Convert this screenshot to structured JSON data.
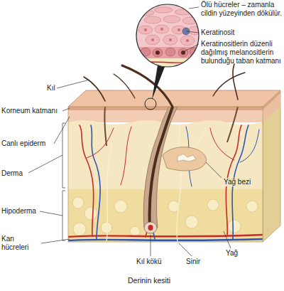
{
  "diagram": {
    "caption": "Derinin kesiti",
    "labels": [
      "Ölü hücreler – zamanla cildin yüzeyinden dökülür.",
      "Keratinosit",
      "Keratinositlerin düzenli dağılmış melanositlerin bulunduğu taban katmanı",
      "Kıl",
      "Korneum katmanı",
      "Canlı epiderm",
      "Derma",
      "Yağ bezi",
      "Hipoderma",
      "Kan hücreleri",
      "Kıl kökü",
      "Sinir",
      "Yağ"
    ]
  }
}
